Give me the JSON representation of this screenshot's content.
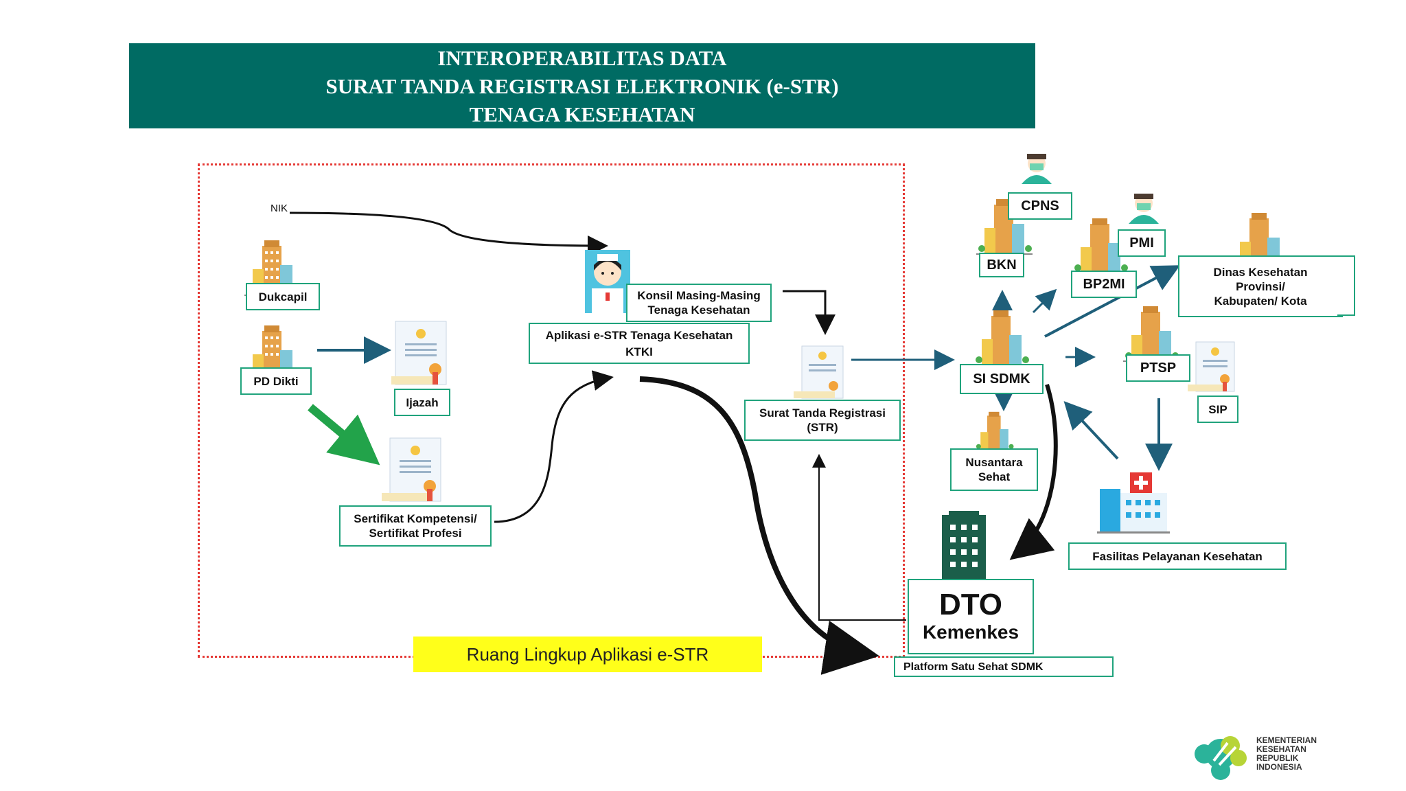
{
  "title": {
    "line1": "INTEROPERABILITAS DATA",
    "line2": "SURAT TANDA REGISTRASI ELEKTRONIK (e-STR)",
    "line3": "TENAGA KESEHATAN"
  },
  "nodes": {
    "nik": "NIK",
    "dukcapil": "Dukcapil",
    "pd_dikti": "PD Dikti",
    "ijazah": "Ijazah",
    "sertifikat_line1": "Sertifikat Kompetensi/",
    "sertifikat_line2": "Sertifikat Profesi",
    "konsil_line1": "Konsil Masing-Masing",
    "konsil_line2": "Tenaga Kesehatan",
    "aplikasi_line1": "Aplikasi e-STR Tenaga Kesehatan",
    "aplikasi_line2": "KTKI",
    "str_line1": "Surat Tanda Registrasi",
    "str_line2": "(STR)",
    "si_sdmk": "SI SDMK",
    "bkn": "BKN",
    "cpns": "CPNS",
    "bp2mi": "BP2MI",
    "pmi": "PMI",
    "dinkes_line1": "Dinas Kesehatan",
    "dinkes_line2": "Provinsi/",
    "dinkes_line3": "Kabupaten/ Kota",
    "ptsp": "PTSP",
    "sip": "SIP",
    "nusantara_line1": "Nusantara",
    "nusantara_line2": "Sehat",
    "faskes": "Fasilitas Pelayanan Kesehatan",
    "dto_line1": "DTO",
    "dto_line2": "Kemenkes",
    "platform": "Platform Satu Sehat SDMK",
    "scope": "Ruang Lingkup Aplikasi e-STR"
  },
  "logo": {
    "line1": "KEMENTERIAN",
    "line2": "KESEHATAN",
    "line3": "REPUBLIK",
    "line4": "INDONESIA"
  },
  "colors": {
    "banner": "#006b63",
    "box_border": "#1fa37c",
    "scope_border": "#e53935",
    "scope_fill": "#ffff1a",
    "arrow_blue": "#1f5f7a",
    "arrow_green": "#22a34a",
    "dto_building": "#1b5e4a"
  },
  "icons": [
    "building-icon",
    "certificate-icon",
    "nurse-icon",
    "doctor-icon",
    "hospital-icon",
    "dto-building-icon",
    "kemenkes-logo-icon"
  ]
}
